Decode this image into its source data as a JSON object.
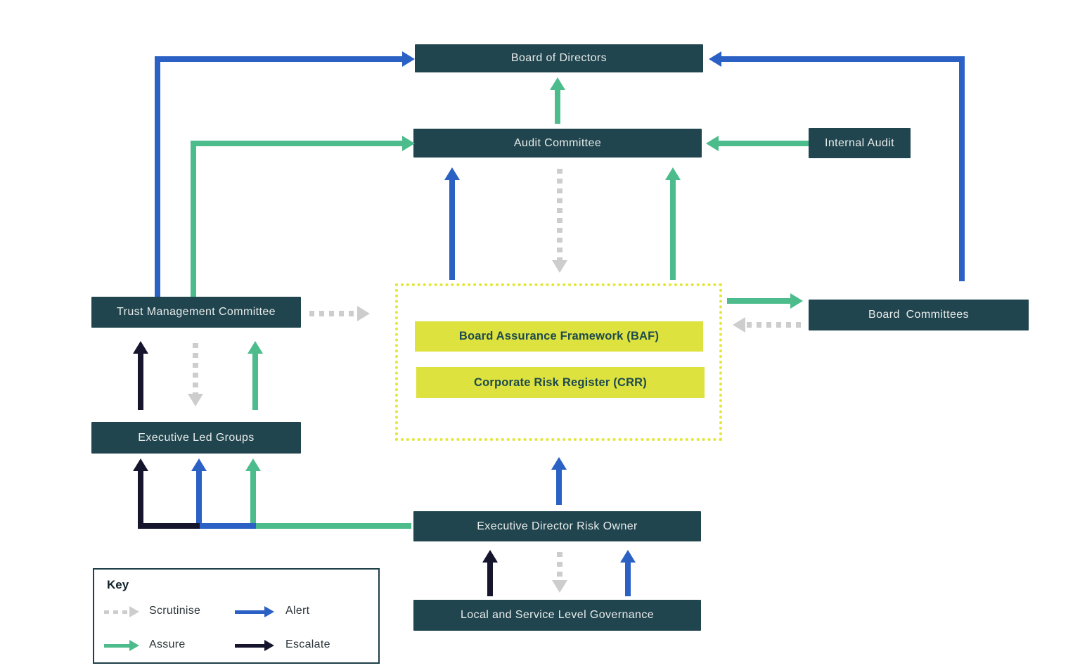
{
  "diagram": {
    "nodes": {
      "board_of_directors": {
        "label": "Board of Directors"
      },
      "audit_committee": {
        "label": "Audit Committee"
      },
      "internal_audit": {
        "label": "Internal Audit"
      },
      "trust_management_committee": {
        "label": "Trust Management Committee"
      },
      "board_committees": {
        "label": "Board Committees"
      },
      "executive_led_groups": {
        "label": "Executive Led Groups"
      },
      "executive_director_risk_owner": {
        "label": "Executive Director Risk Owner"
      },
      "local_service_governance": {
        "label": "Local and Service Level Governance"
      },
      "baf": {
        "label": "Board Assurance Framework (BAF)"
      },
      "crr": {
        "label": "Corporate Risk Register (CRR)"
      }
    },
    "connections": [
      {
        "from": "trust_management_committee",
        "to": "board_of_directors",
        "type": "alert"
      },
      {
        "from": "trust_management_committee",
        "to": "audit_committee",
        "type": "assure"
      },
      {
        "from": "trust_management_committee",
        "to": "baf_crr_registers",
        "type": "scrutinise"
      },
      {
        "from": "board_committees",
        "to": "board_of_directors",
        "type": "alert"
      },
      {
        "from": "internal_audit",
        "to": "audit_committee",
        "type": "assure"
      },
      {
        "from": "audit_committee",
        "to": "board_of_directors",
        "type": "assure"
      },
      {
        "from": "baf_crr_registers",
        "to": "audit_committee",
        "type": "alert"
      },
      {
        "from": "audit_committee",
        "to": "baf_crr_registers",
        "type": "scrutinise"
      },
      {
        "from": "baf_crr_registers",
        "to": "audit_committee",
        "type": "assure"
      },
      {
        "from": "baf_crr_registers",
        "to": "board_committees",
        "type": "assure"
      },
      {
        "from": "board_committees",
        "to": "baf_crr_registers",
        "type": "scrutinise"
      },
      {
        "from": "executive_led_groups",
        "to": "trust_management_committee",
        "type": "escalate"
      },
      {
        "from": "trust_management_committee",
        "to": "executive_led_groups",
        "type": "scrutinise"
      },
      {
        "from": "executive_led_groups",
        "to": "trust_management_committee",
        "type": "assure"
      },
      {
        "from": "executive_director_risk_owner",
        "to": "baf_crr_registers",
        "type": "alert"
      },
      {
        "from": "executive_director_risk_owner",
        "to": "executive_led_groups",
        "type": "escalate"
      },
      {
        "from": "executive_director_risk_owner",
        "to": "executive_led_groups",
        "type": "alert"
      },
      {
        "from": "executive_director_risk_owner",
        "to": "executive_led_groups",
        "type": "assure"
      },
      {
        "from": "local_service_governance",
        "to": "executive_director_risk_owner",
        "type": "escalate"
      },
      {
        "from": "executive_director_risk_owner",
        "to": "local_service_governance",
        "type": "scrutinise"
      },
      {
        "from": "local_service_governance",
        "to": "executive_director_risk_owner",
        "type": "alert"
      }
    ],
    "key": {
      "title": "Key",
      "items": [
        {
          "label": "Scrutinise",
          "style": "dashed"
        },
        {
          "label": "Alert",
          "style": "solid"
        },
        {
          "label": "Assure",
          "style": "solid"
        },
        {
          "label": "Escalate",
          "style": "solid"
        }
      ]
    },
    "colors": {
      "node_fill": "#21454e",
      "node_text": "#e8ecec",
      "alert": "#2b61c4",
      "assure": "#4dbc8c",
      "escalate": "#16152e",
      "scrutinise": "#cdcdcd",
      "register_fill": "#dde23f",
      "register_text": "#1d4a4c",
      "register_border": "#e4e637"
    }
  }
}
